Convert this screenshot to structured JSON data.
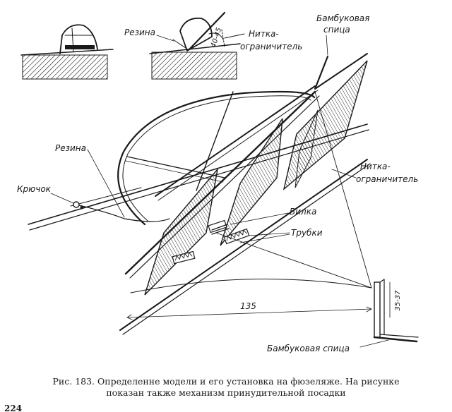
{
  "figure": {
    "labels": {
      "rubber_top": "Резина",
      "thread_top_1": "Нитка-",
      "thread_top_2": "ограничитель",
      "angle": "40-45",
      "bamboo_top_1": "Бамбуковая",
      "bamboo_top_2": "спица",
      "rubber_main": "Резина",
      "hook": "Крючок",
      "thread_main_1": "Нитка-",
      "thread_main_2": "ограничитель",
      "fork": "Вилка",
      "tubes": "Трубки",
      "dim_135": "135",
      "dim_35_37": "35-37",
      "bamboo_bottom": "Бамбуковая спица"
    }
  },
  "caption": {
    "line1": "Рис. 183. Определенне модели и его установка на фюзеляже. На рисунке",
    "line2": "показан также механизм принудительной посадки"
  },
  "page_number": "224"
}
